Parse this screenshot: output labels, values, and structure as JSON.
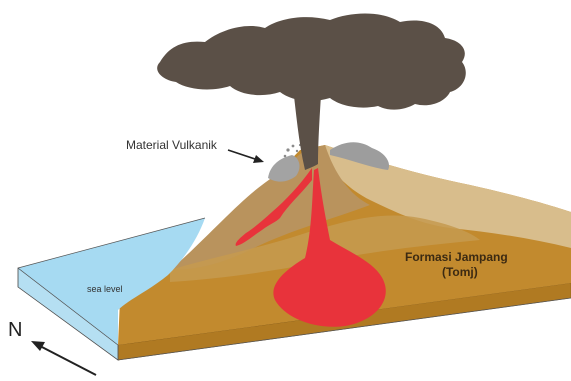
{
  "diagram": {
    "labels": {
      "volcanic_material": "Material Vulkanik",
      "formation_name": "Formasi Jampang",
      "formation_code": "(Tomj)",
      "sea_level": "sea level",
      "north": "N"
    },
    "colors": {
      "ash_cloud": "#5b5047",
      "land_top": "#c7a56d",
      "land_mid": "#d6b98a",
      "land_front": "#c08a2c",
      "volcano_slope": "#b8935c",
      "sea": "#a6daf2",
      "magma": "#e8333b",
      "ejecta": "#9a9a9a",
      "text": "#333333",
      "formation_text": "#3c2a12"
    }
  }
}
